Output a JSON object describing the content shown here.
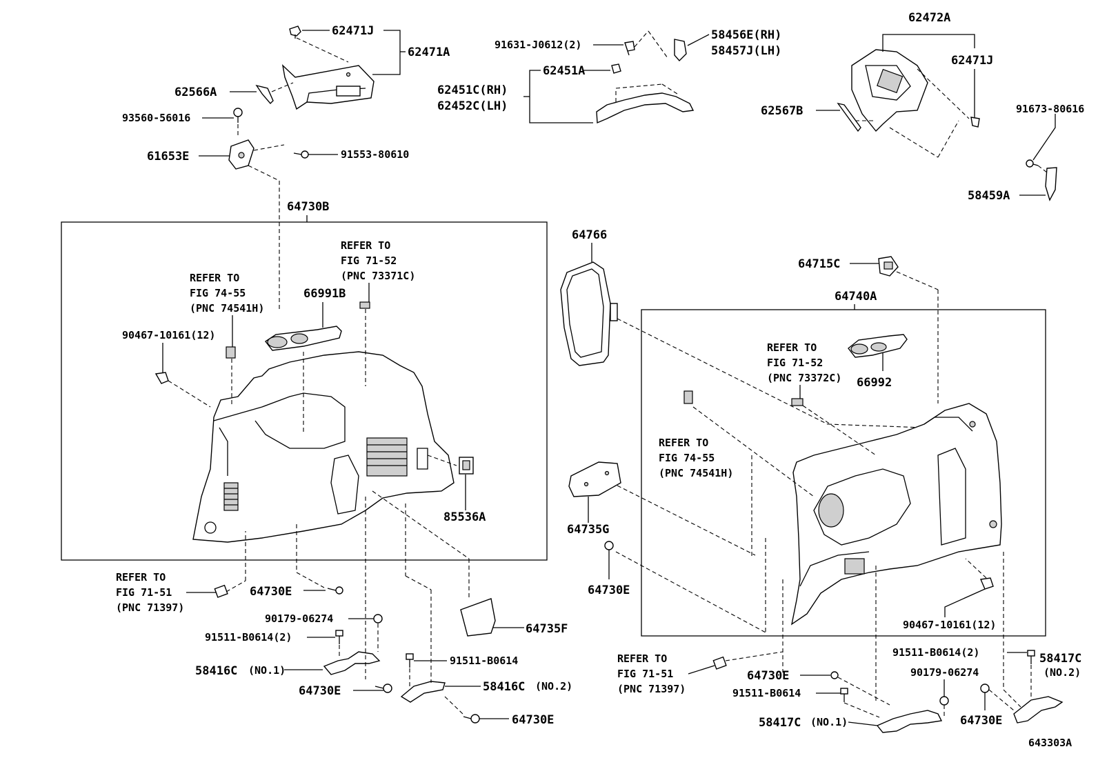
{
  "labels": {
    "p62471J_top": "62471J",
    "p62471A": "62471A",
    "p62566A": "62566A",
    "p93560": "93560-56016",
    "p61653E": "61653E",
    "p91553": "91553-80610",
    "p91631": "91631-J0612(2)",
    "p58456E": "58456E(RH)",
    "p58457J": "58457J(LH)",
    "p62451A": "62451A",
    "p62451C": "62451C(RH)",
    "p62452C": "62452C(LH)",
    "p62472A": "62472A",
    "p62471J_right": "62471J",
    "p62567B": "62567B",
    "p91673": "91673-80616",
    "p58459A": "58459A",
    "p64730B": "64730B",
    "p64766": "64766",
    "p64715C": "64715C",
    "p64740A": "64740A",
    "p66991B": "66991B",
    "p90467_left": "90467-10161(12)",
    "p85536A": "85536A",
    "p66992": "66992",
    "p64735G": "64735G",
    "p64730E_mid": "64730E",
    "p64730E_left1": "64730E",
    "p90179_left": "90179-06274",
    "p91511_left2": "91511-B0614(2)",
    "p58416C1": "58416C",
    "p58416C1_no": "(NO.1)",
    "p64730E_left2": "64730E",
    "p64735F": "64735F",
    "p91511_left": "91511-B0614",
    "p58416C2": "58416C",
    "p58416C2_no": "(NO.2)",
    "p64730E_left3": "64730E",
    "p90467_right": "90467-10161(12)",
    "p91511_right2": "91511-B0614(2)",
    "p58417C2": "58417C",
    "p58417C2_no": "(NO.2)",
    "p90179_right": "90179-06274",
    "p64730E_right1": "64730E",
    "p91511_right": "91511-B0614",
    "p58417C1": "58417C",
    "p58417C1_no": "(NO.1)",
    "p64730E_right2": "64730E",
    "figure_id": "643303A"
  },
  "refs": {
    "ref_7371_l1": "REFER TO",
    "ref_7371_l2": "FIG 71-52",
    "ref_7371_l3": "(PNC 73371C)",
    "ref_7455L_l1": "REFER TO",
    "ref_7455L_l2": "FIG 74-55",
    "ref_7455L_l3": "(PNC 74541H)",
    "ref_7151L_l1": "REFER TO",
    "ref_7151L_l2": "FIG 71-51",
    "ref_7151L_l3": "(PNC 71397)",
    "ref_7372_l1": "REFER TO",
    "ref_7372_l2": "FIG 71-52",
    "ref_7372_l3": "(PNC 73372C)",
    "ref_7455R_l1": "REFER TO",
    "ref_7455R_l2": "FIG 74-55",
    "ref_7455R_l3": "(PNC 74541H)",
    "ref_7151R_l1": "REFER TO",
    "ref_7151R_l2": "FIG 71-51",
    "ref_7151R_l3": "(PNC 71397)"
  }
}
